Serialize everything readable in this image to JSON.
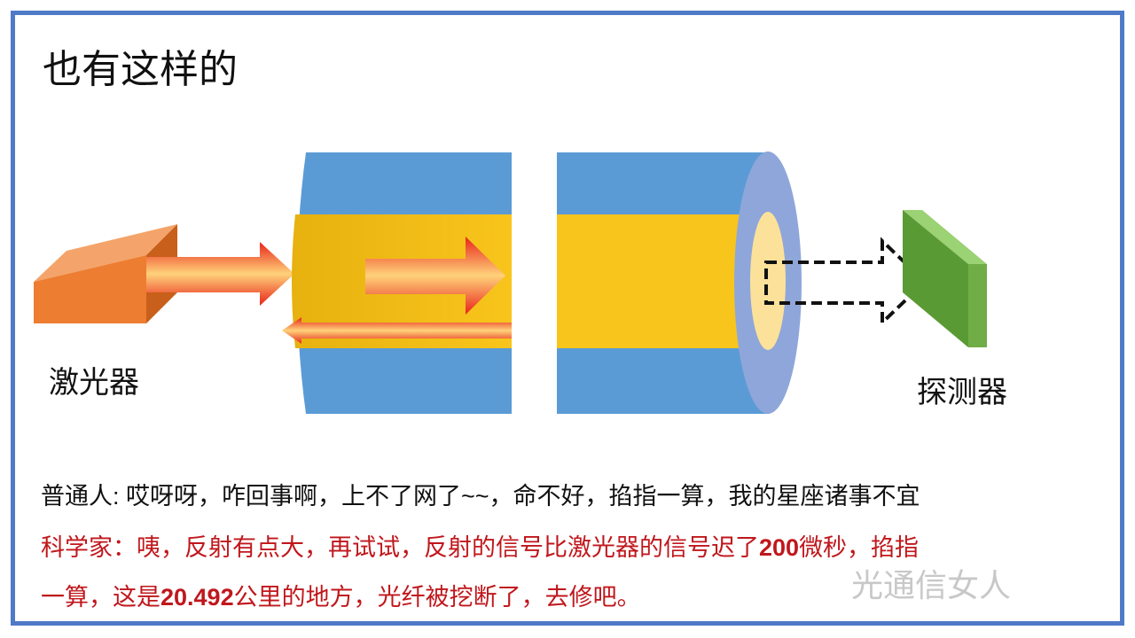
{
  "title": "也有这样的",
  "labels": {
    "laser": "激光器",
    "detector": "探测器"
  },
  "ordinary": "普通人: 哎呀呀，咋回事啊，上不了网了~~，命不好，掐指一算，我的星座诸事不宜",
  "scientist": {
    "line1_a": "科学家：咦，反射有点大，再试试，反射的信号比激光器的信号迟了",
    "delay": "200",
    "line1_b": "微秒，掐指",
    "line2_a": "一算，这是",
    "distance": "20.492",
    "line2_b": "公里的地方，光纤被挖断了，去修吧。"
  },
  "watermark": "光通信女人",
  "colors": {
    "frame": "#4f7ac7",
    "cladding": "#5b9bd5",
    "core": "#f6c31c",
    "laser": "#ed7d31",
    "detector": "#70ad47",
    "red_text": "#c0171c"
  }
}
